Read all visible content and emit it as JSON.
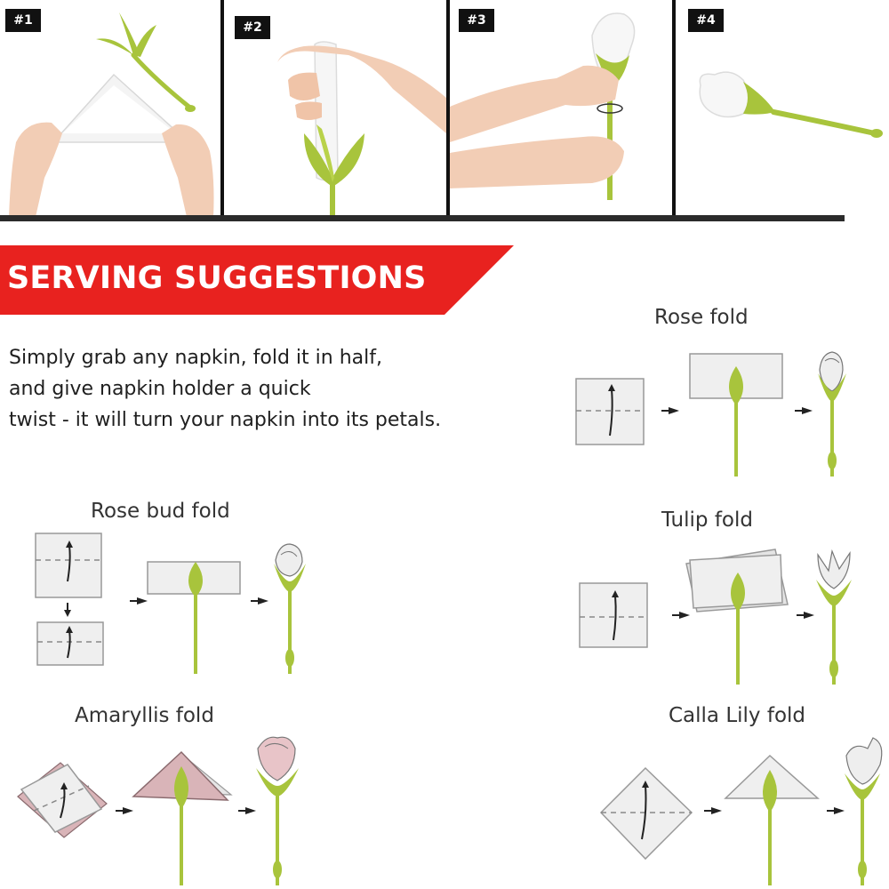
{
  "steps": [
    {
      "label": "#1"
    },
    {
      "label": "#2"
    },
    {
      "label": "#3"
    },
    {
      "label": "#4"
    }
  ],
  "banner": {
    "title": "SERVING SUGGESTIONS",
    "color": "#e8221f"
  },
  "intro": {
    "lines": [
      "Simply grab any napkin, fold it in half,",
      "and give napkin holder a quick",
      "twist - it will turn your napkin into its petals."
    ]
  },
  "folds": {
    "rose": {
      "title": "Rose fold"
    },
    "rose_bud": {
      "title": "Rose bud fold"
    },
    "tulip": {
      "title": "Tulip fold"
    },
    "amaryllis": {
      "title": "Amaryllis fold"
    },
    "calla_lily": {
      "title": "Calla Lily fold"
    }
  },
  "colors": {
    "leaf": "#a8c43c",
    "napkin": "#efefef",
    "pink_napkin": "#d9b4b8",
    "skin": "#f0c9b0"
  }
}
